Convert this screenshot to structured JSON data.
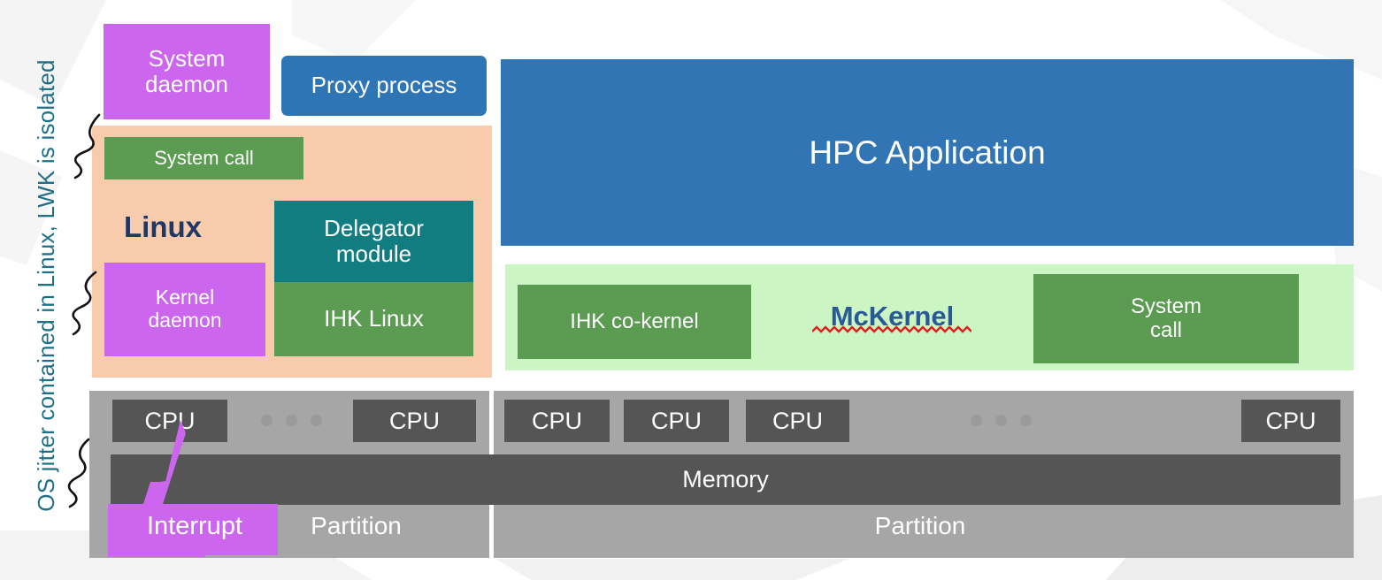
{
  "diagram": {
    "side_caption": "OS jitter contained in Linux, LWK is isolated",
    "colors": {
      "magenta": "#CC66EE",
      "blue_process": "#2E75B6",
      "blue_app": "#3275B5",
      "peach": "#F8CBAD",
      "green": "#5B9B52",
      "teal": "#127D80",
      "light_green": "#CCF5C4",
      "gray_partition": "#A6A6A6",
      "gray_dark": "#555555",
      "navy_text": "#1F3864",
      "mckernel_text": "#2A5A96",
      "caption_text": "#1F6F86",
      "squiggle_red": "#E02020"
    },
    "user_space": {
      "system_daemon": "System\ndaemon",
      "proxy_process": "Proxy process",
      "hpc_application": "HPC Application"
    },
    "linux_panel": {
      "title": "Linux",
      "system_call": "System call",
      "kernel_daemon": "Kernel\ndaemon",
      "delegator_module": "Delegator\nmodule",
      "ihk_linux": "IHK Linux"
    },
    "mckernel_panel": {
      "ihk_cokernel": "IHK co-kernel",
      "title": "McKernel",
      "system_call": "System\ncall"
    },
    "hardware": {
      "memory": "Memory",
      "interrupt": "Interrupt",
      "partition_left_label": "Partition",
      "partition_right_label": "Partition",
      "cpu_label": "CPU",
      "left_partition_cpus": [
        "CPU",
        "CPU"
      ],
      "right_partition_cpus": [
        "CPU",
        "CPU",
        "CPU",
        "CPU"
      ]
    }
  }
}
